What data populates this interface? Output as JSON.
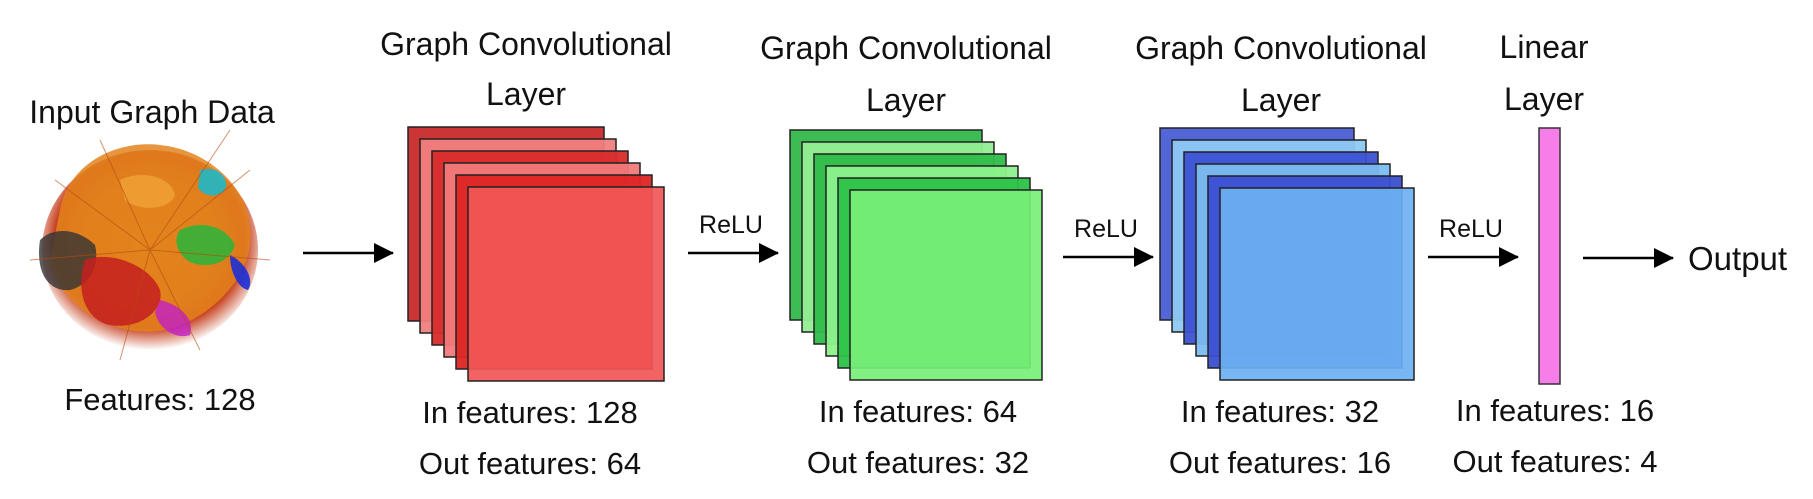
{
  "input": {
    "title": "Input Graph Data",
    "features": "Features: 128"
  },
  "layers": [
    {
      "title_line1": "Graph Convolutional",
      "title_line2": "Layer",
      "in_features": "In features: 128",
      "out_features": "Out features: 64",
      "colors": [
        "#c92a2a",
        "#f08080",
        "#d92b2b",
        "#f27a7a",
        "#dd2525",
        "#f25656"
      ]
    },
    {
      "title_line1": "Graph Convolutional",
      "title_line2": "Layer",
      "in_features": "In features: 64",
      "out_features": "Out features: 32",
      "colors": [
        "#33b84a",
        "#93ee93",
        "#2fbd4a",
        "#8df28d",
        "#2cc248",
        "#77ef77"
      ]
    },
    {
      "title_line1": "Graph Convolutional",
      "title_line2": "Layer",
      "in_features": "In features: 32",
      "out_features": "Out features: 16",
      "colors": [
        "#4a5ed6",
        "#8ec9f3",
        "#3c51d4",
        "#7cbcf0",
        "#3b4fd2",
        "#6cb1f2"
      ]
    },
    {
      "title_line1": "Linear",
      "title_line2": "Layer",
      "in_features": "In features: 16",
      "out_features": "Out features: 4",
      "colors": [
        "#f77ee8"
      ]
    }
  ],
  "activations": [
    "ReLU",
    "ReLU",
    "ReLU"
  ],
  "output_label": "Output"
}
